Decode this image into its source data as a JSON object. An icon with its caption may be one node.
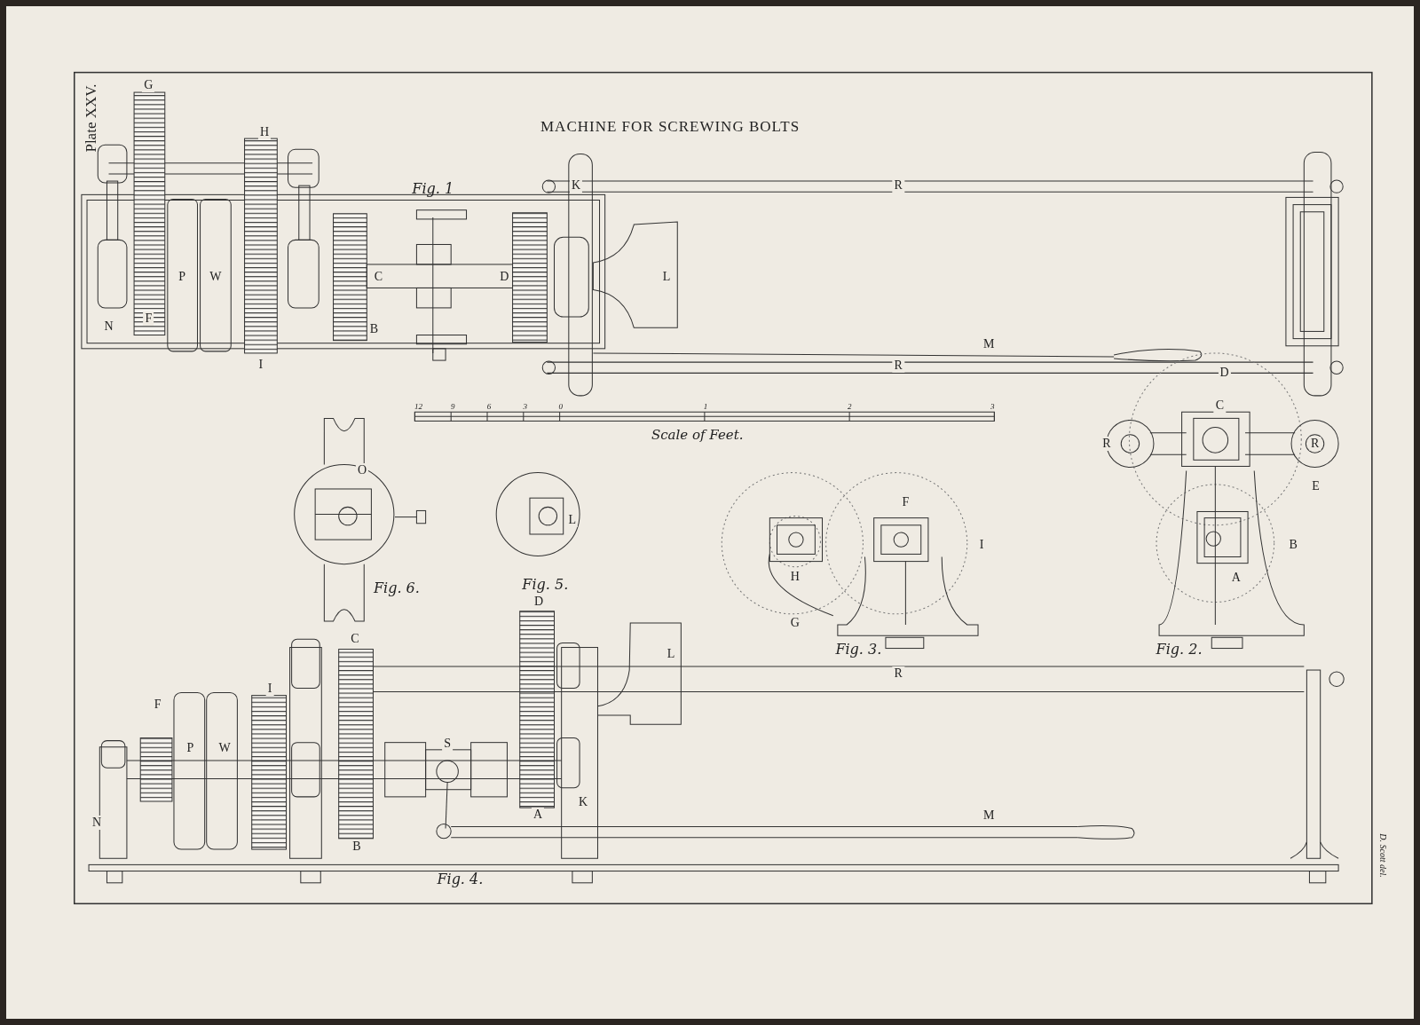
{
  "diagram": {
    "title": "MACHINE FOR SCREWING BOLTS",
    "labels": [
      "Plate XXV.",
      "G",
      "H",
      "Fig. 1",
      "K",
      "R",
      "P",
      "W",
      "C",
      "D",
      "L",
      "N",
      "F",
      "B",
      "I",
      "M",
      "R",
      "D",
      "12",
      "9",
      "6",
      "3",
      "0",
      "1",
      "2",
      "3",
      "C",
      "R",
      "R",
      "Scale of Feet.",
      "O",
      "E",
      "F",
      "L",
      "I",
      "B",
      "H",
      "A",
      "Fig. 6.",
      "Fig. 5.",
      "D",
      "G",
      "Fig. 3.",
      "Fig. 2.",
      "C",
      "L",
      "R",
      "I",
      "F",
      "S",
      "P",
      "W",
      "K",
      "A",
      "M",
      "N",
      "B",
      "Fig. 4.",
      "D. Scott del."
    ]
  }
}
